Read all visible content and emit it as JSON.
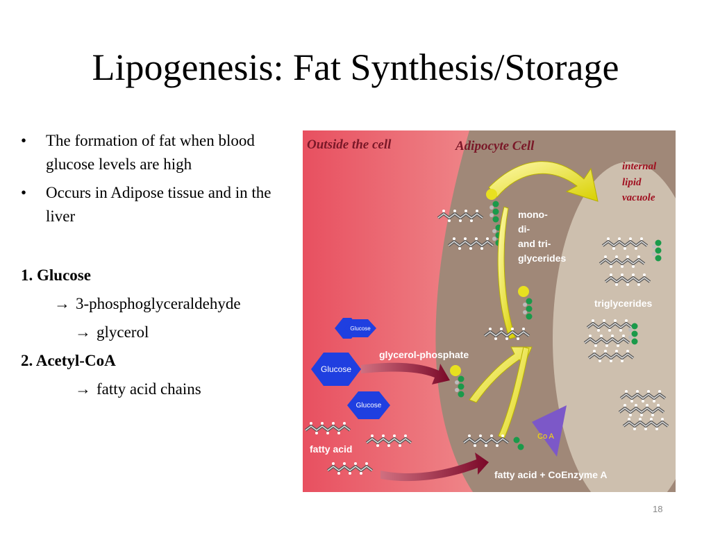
{
  "slide": {
    "title": "Lipogenesis: Fat Synthesis/Storage",
    "page_number": "18"
  },
  "bullets": [
    {
      "symbol": "•",
      "text": "The formation of fat when blood glucose levels are high"
    },
    {
      "symbol": "•",
      "text": "Occurs in Adipose tissue and in the liver"
    }
  ],
  "steps": {
    "step1": {
      "label": "1. Glucose",
      "sub1": "3-phosphoglyceraldehyde",
      "sub2": "glycerol"
    },
    "step2": {
      "label": "2. Acetyl-CoA",
      "sub1": "fatty acid chains"
    },
    "arrow_symbol": "→"
  },
  "diagram": {
    "outside_label": "Outside the cell",
    "cell_label": "Adipocyte Cell",
    "vacuole_label": [
      "internal",
      "lipid",
      "vacuole"
    ],
    "glycerides_label": [
      "mono-",
      "di-",
      "and tri-",
      "glycerides"
    ],
    "triglycerides_label": "triglycerides",
    "glucose_small": "Glucose",
    "glucose_large": "Glucose",
    "glucose_medium": "Glucose",
    "glycerol_phosphate_label": "glycerol-phosphate",
    "fatty_acid_label": "fatty acid",
    "coa_label": "Co A",
    "fatty_acid_coa_label": "fatty acid + CoEnzyme A",
    "colors": {
      "outside_light": "#f6c4b8",
      "outside_dark": "#e85060",
      "cell": "#a08878",
      "vacuole": "#cdbfae",
      "glucose": "#1f3fe0",
      "yellow_arrow": "#e8e020",
      "maroon_arrow": "#8a1030",
      "coa": "#7c58c8"
    }
  }
}
